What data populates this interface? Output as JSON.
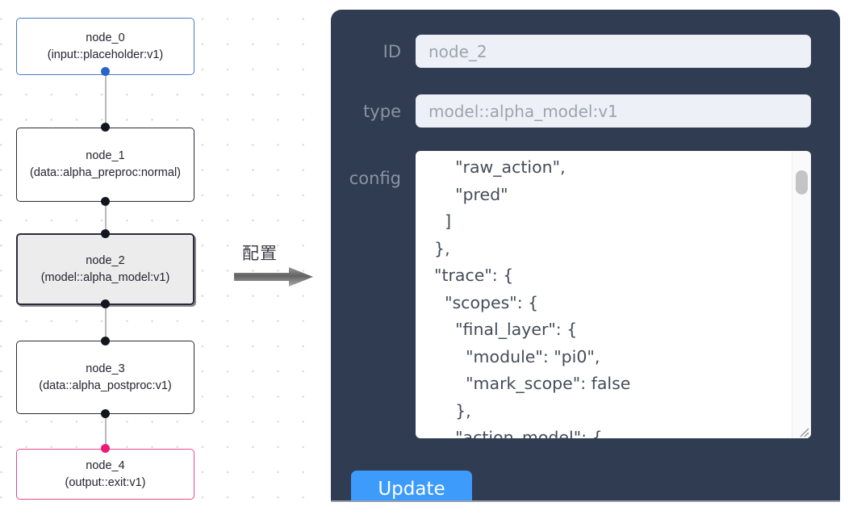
{
  "graph": {
    "name": "pipeline-graph-canvas",
    "nodes": [
      {
        "id": "node_0",
        "title": "node_0",
        "subtitle": "(input::placeholder:v1)",
        "kind": "input",
        "selected": false
      },
      {
        "id": "node_1",
        "title": "node_1",
        "subtitle": "(data::alpha_preproc:normal)",
        "kind": "data",
        "selected": false
      },
      {
        "id": "node_2",
        "title": "node_2",
        "subtitle": "(model::alpha_model:v1)",
        "kind": "model",
        "selected": true
      },
      {
        "id": "node_3",
        "title": "node_3",
        "subtitle": "(data::alpha_postproc:v1)",
        "kind": "data",
        "selected": false
      },
      {
        "id": "node_4",
        "title": "node_4",
        "subtitle": "(output::exit:v1)",
        "kind": "output",
        "selected": false
      }
    ],
    "colors": {
      "input_border": "#4a79c9",
      "output_border": "#e7488f",
      "default_border": "#2b2b38",
      "selected_fill": "#ececed",
      "edge": "#b9b9bd",
      "port": "#14141f",
      "port_input": "#2b63c8",
      "port_output": "#ec1a74",
      "grid_dot": "#d9d9e0"
    }
  },
  "transition": {
    "caption": "配置",
    "arrow_icon": "right-arrow-icon",
    "arrow_color": "#7a7a7a"
  },
  "panel": {
    "background": "#303c52",
    "fields": [
      {
        "key": "id",
        "label": "ID",
        "value": "node_2"
      },
      {
        "key": "type",
        "label": "type",
        "value": "model::alpha_model:v1"
      }
    ],
    "config": {
      "label": "config",
      "value": "      \"raw_action\",\n      \"pred\"\n    ]\n  },\n  \"trace\": {\n    \"scopes\": {\n      \"final_layer\": {\n        \"module\": \"pi0\",\n        \"mark_scope\": false\n      },\n      \"action_model\": {",
      "scrollbar": "vertical-scrollbar",
      "resize_handle": "resize-handle-icon"
    },
    "update_button": {
      "label": "Update",
      "color": "#3d9bfb"
    }
  }
}
